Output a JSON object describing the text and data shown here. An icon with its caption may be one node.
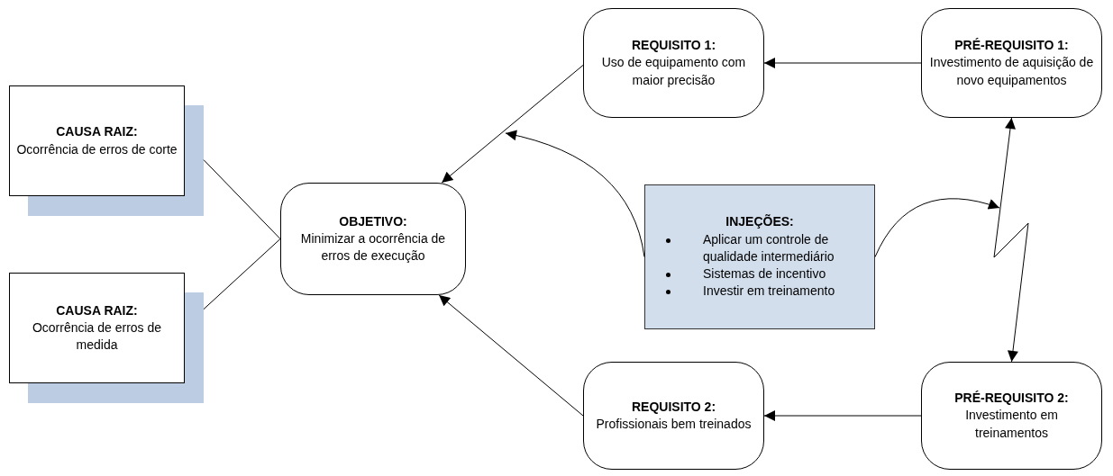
{
  "diagram": {
    "nodes": [
      {
        "text": [
          "CAUSA RAIZ:",
          "Ocorrência de erros de corte"
        ]
      },
      {
        "text": [
          "CAUSA RAIZ:",
          "Ocorrência de erros de medida"
        ]
      },
      {
        "text": [
          "OBJETIVO:",
          "Minimizar a ocorrência de erros de execução"
        ]
      },
      {
        "text": [
          "REQUISITO 1:",
          "Uso de equipamento com maior precisão"
        ]
      },
      {
        "text": [
          "PRÉ-REQUISITO 1:",
          "Investimento de aquisição de novo equipamentos"
        ]
      },
      {
        "text": [
          "INJEÇÕES:",
          "Aplicar um controle de qualidade intermediário",
          "Sistemas de incentivo",
          "Investir em treinamento"
        ]
      },
      {
        "text": [
          "REQUISITO 2:",
          "Profissionais bem treinados"
        ]
      },
      {
        "text": [
          "PRÉ-REQUISITO 2:",
          "Investimento em treinamentos"
        ]
      }
    ],
    "edges": [
      {
        "from": 0,
        "to": 2,
        "arrow": "none"
      },
      {
        "from": 1,
        "to": 2,
        "arrow": "none"
      },
      {
        "from": 3,
        "to": 2,
        "arrow": "to"
      },
      {
        "from": 4,
        "to": 3,
        "arrow": "to"
      },
      {
        "from": 7,
        "to": 6,
        "arrow": "to"
      },
      {
        "from": 6,
        "to": 2,
        "arrow": "to"
      },
      {
        "from": 4,
        "to": 7,
        "arrow": "both"
      },
      {
        "from": 5,
        "to": null,
        "arrow": "to"
      },
      {
        "from": 5,
        "to": null,
        "arrow": "to"
      }
    ]
  }
}
